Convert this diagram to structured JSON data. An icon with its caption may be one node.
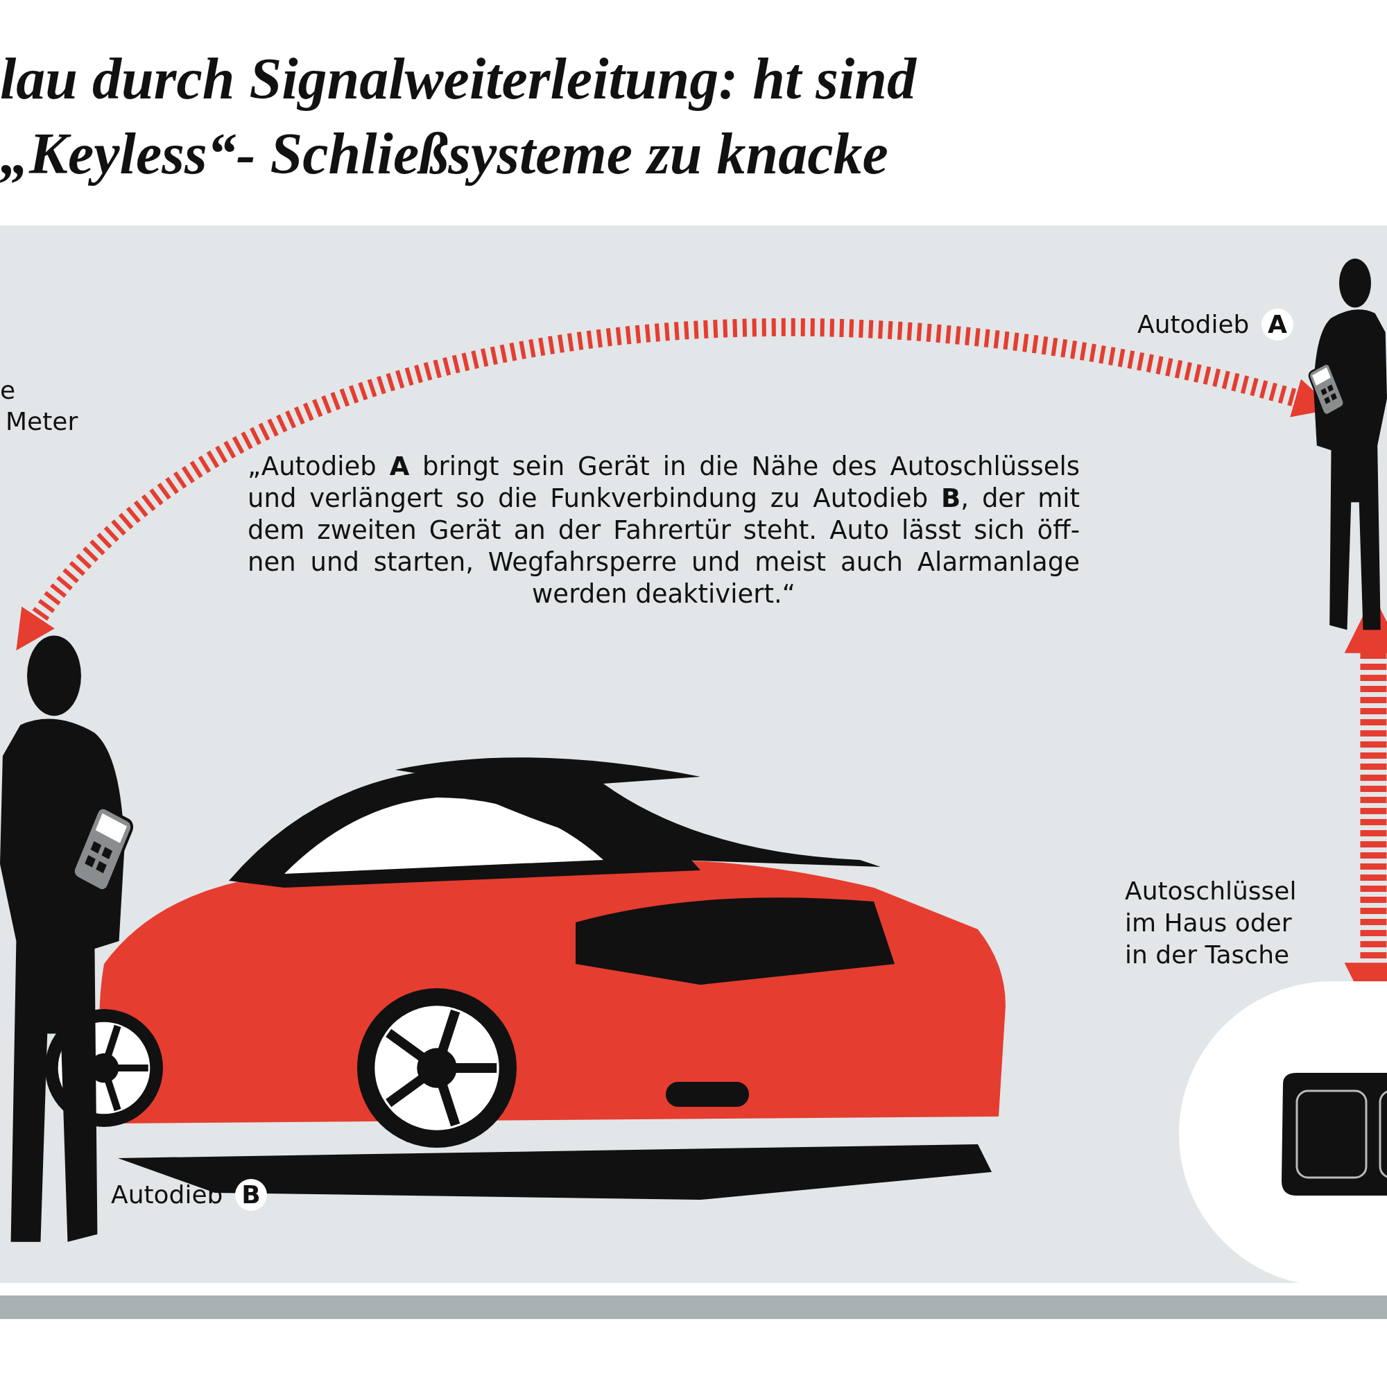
{
  "diagram": {
    "title": "lau durch Signalweiterleitung: ht sind „Keyless“- Schließsysteme zu knacke",
    "nodes": [
      {
        "text": [],
        "shape": "person",
        "beside": [
          "Autodieb **A**"
        ]
      },
      {
        "text": [],
        "shape": "person",
        "beside": [
          "Autodieb **B**"
        ]
      },
      {
        "text": [],
        "shape": "circle",
        "beside": [
          "Autoschlüssel im Haus oder in der Tasche"
        ]
      }
    ],
    "edges": [
      {
        "from": 0,
        "to": 1,
        "arrow": "both"
      },
      {
        "from": 0,
        "to": 2,
        "arrow": "both"
      }
    ],
    "labels": [
      "e",
      "Meter",
      "„Autodieb **A** bringt sein Gerät in die Nähe des Autoschlüssels und verlängert so die Funkverbindung zu Autodieb **B**, der mit dem zweiten Gerät an der Fahrertür steht. Auto lässt sich öff- nen und starten, Wegfahrsperre und meist auch Alarmanlage werden deaktiviert.“"
    ]
  }
}
